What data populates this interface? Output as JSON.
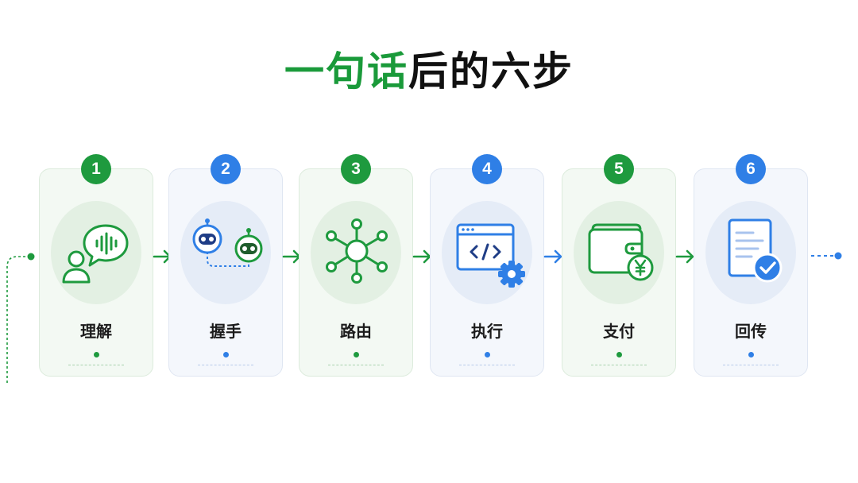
{
  "title": {
    "highlight": "一句话",
    "rest": "后的六步"
  },
  "colors": {
    "green": "#1e9a3e",
    "blue": "#2f7fe6",
    "title_highlight": "#1a9a3a",
    "title_text": "#111111"
  },
  "steps": [
    {
      "number": "1",
      "label": "理解",
      "theme": "green",
      "icon": "user-voice-chat-icon"
    },
    {
      "number": "2",
      "label": "握手",
      "theme": "blue",
      "icon": "two-robots-handshake-icon"
    },
    {
      "number": "3",
      "label": "路由",
      "theme": "green",
      "icon": "network-hub-icon"
    },
    {
      "number": "4",
      "label": "执行",
      "theme": "blue",
      "icon": "code-window-gear-icon"
    },
    {
      "number": "5",
      "label": "支付",
      "theme": "green",
      "icon": "wallet-yen-icon"
    },
    {
      "number": "6",
      "label": "回传",
      "theme": "blue",
      "icon": "document-check-icon"
    }
  ]
}
